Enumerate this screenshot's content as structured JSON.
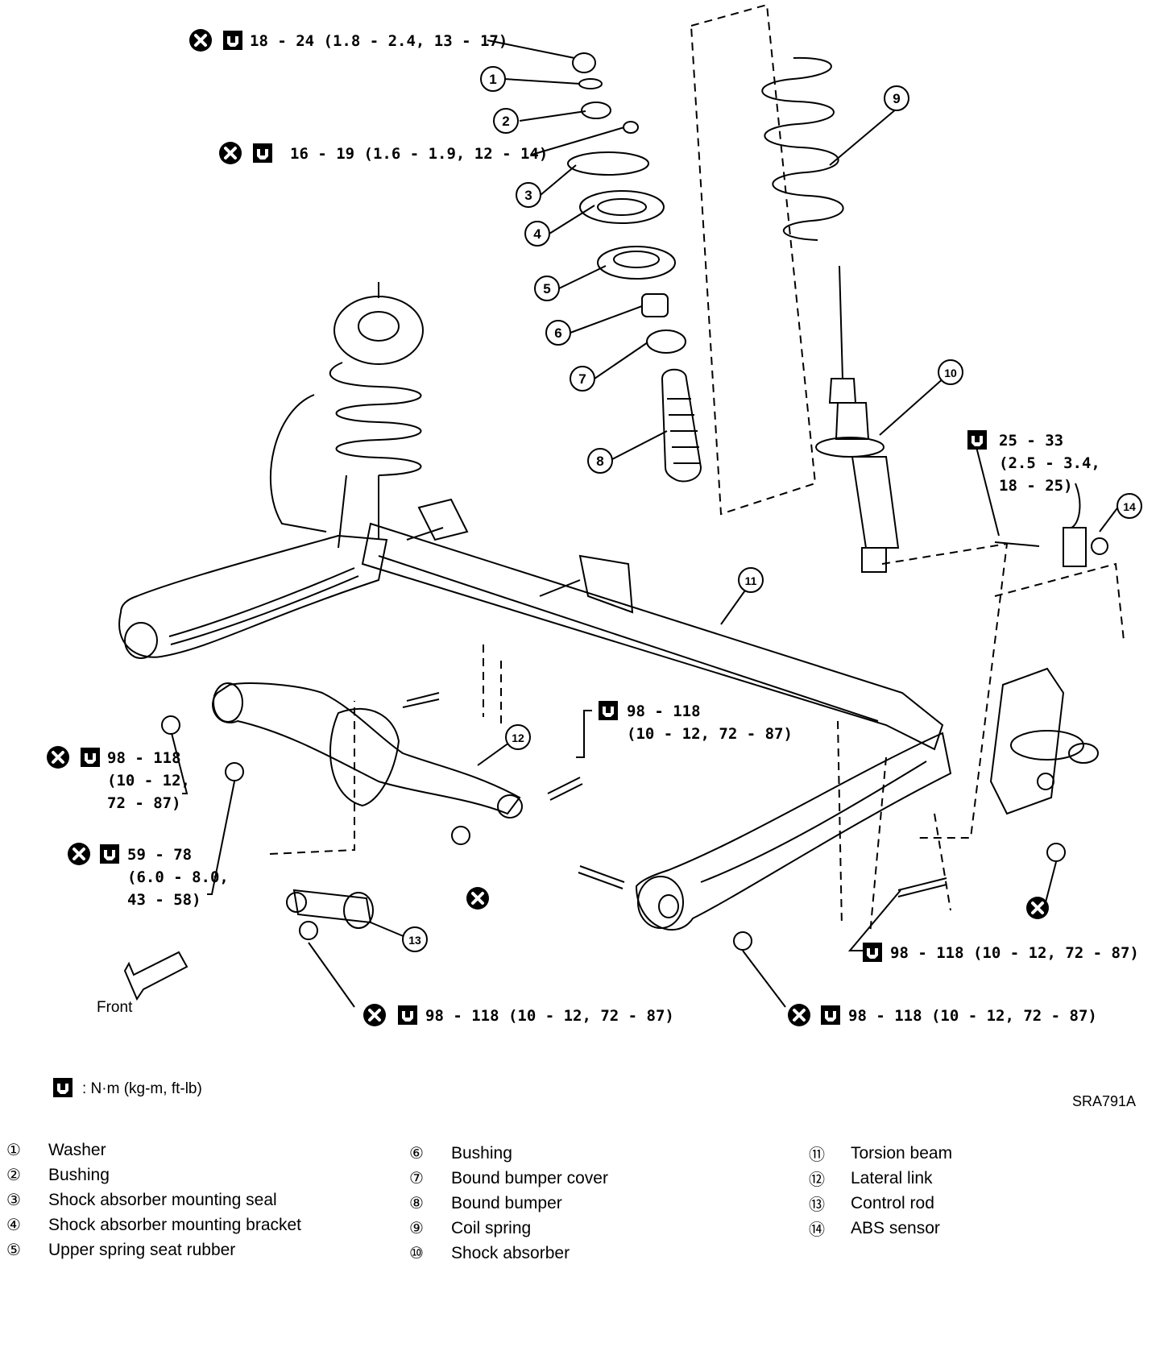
{
  "torque_specs": {
    "top_nut": "18 - 24 (1.8 - 2.4, 13 - 17)",
    "mount_nut": "16 - 19 (1.6 - 1.9, 12 - 14)",
    "abs_bolt_line1": "25 - 33",
    "abs_bolt_line2": "(2.5 - 3.4,",
    "abs_bolt_line3": "18 - 25)",
    "lateral_link_rear_line1": "98 - 118",
    "lateral_link_rear_line2": "(10 - 12, 72 - 87)",
    "lateral_link_front_line1": "98 - 118",
    "lateral_link_front_line2": "(10 - 12,",
    "lateral_link_front_line3": "72 - 87)",
    "control_rod_line1": "59 - 78",
    "control_rod_line2": "(6.0 - 8.0,",
    "control_rod_line3": "43 - 58)",
    "bottom_left": "98 - 118 (10 - 12, 72 - 87)",
    "bottom_right": "98 - 118 (10 - 12, 72 - 87)",
    "right_mid": "98 - 118 (10 - 12, 72 - 87)"
  },
  "callouts": [
    "1",
    "2",
    "3",
    "4",
    "5",
    "6",
    "7",
    "8",
    "9",
    "10",
    "11",
    "12",
    "13",
    "14"
  ],
  "front_label": "Front",
  "unit_note": ": N·m (kg-m, ft-lb)",
  "figure_code": "SRA791A",
  "legend": [
    {
      "num": "①",
      "label": "Washer"
    },
    {
      "num": "②",
      "label": "Bushing"
    },
    {
      "num": "③",
      "label": "Shock absorber mounting seal"
    },
    {
      "num": "④",
      "label": "Shock absorber mounting bracket"
    },
    {
      "num": "⑤",
      "label": "Upper spring seat rubber"
    },
    {
      "num": "⑥",
      "label": "Bushing"
    },
    {
      "num": "⑦",
      "label": "Bound bumper cover"
    },
    {
      "num": "⑧",
      "label": "Bound bumper"
    },
    {
      "num": "⑨",
      "label": "Coil spring"
    },
    {
      "num": "⑩",
      "label": "Shock absorber"
    },
    {
      "num": "⑪",
      "label": "Torsion beam"
    },
    {
      "num": "⑫",
      "label": "Lateral link"
    },
    {
      "num": "⑬",
      "label": "Control rod"
    },
    {
      "num": "⑭",
      "label": "ABS sensor"
    }
  ]
}
